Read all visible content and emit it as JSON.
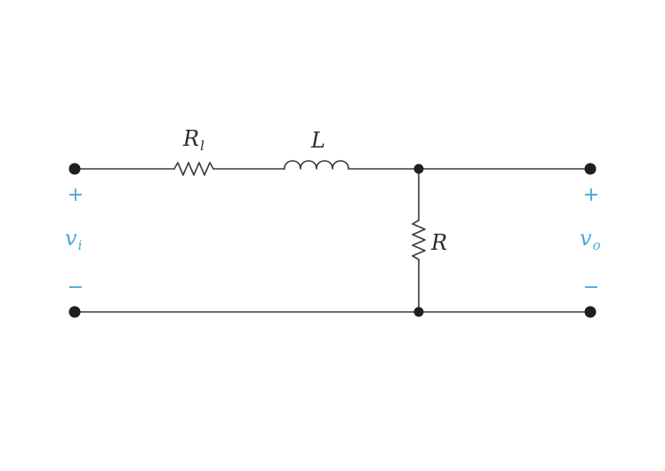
{
  "colors": {
    "wire": "#3a3a3a",
    "node": "#1f1f1f",
    "label": "#2a2a2a",
    "accent": "#4aa8d8"
  },
  "components": {
    "resistor_l": {
      "symbol": "R",
      "subscript": "l"
    },
    "inductor": {
      "symbol": "L"
    },
    "resistor_r": {
      "symbol": "R"
    }
  },
  "input_port": {
    "symbol": "v",
    "subscript": "i",
    "plus": "+",
    "minus": "−"
  },
  "output_port": {
    "symbol": "v",
    "subscript": "o",
    "plus": "+",
    "minus": "−"
  }
}
